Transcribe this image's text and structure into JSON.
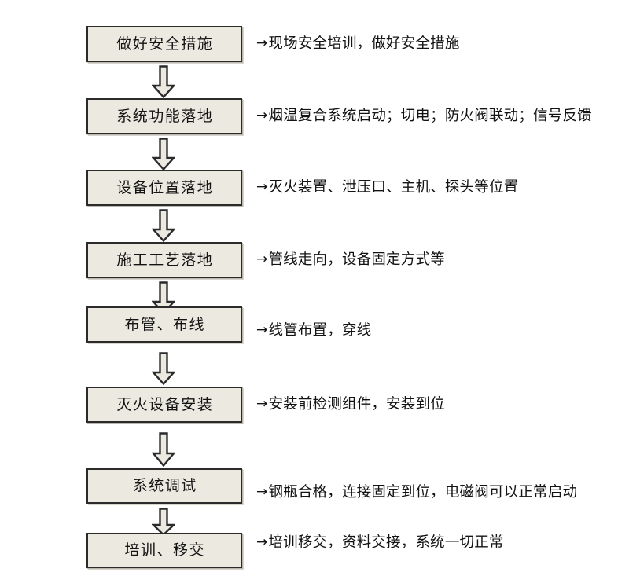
{
  "diagram": {
    "type": "vertical-flowchart",
    "title_visible": false,
    "colors": {
      "box_fill": "#ece9e0",
      "box_border": "#2b2b2b",
      "arrow_fill": "#ece9e0",
      "arrow_border": "#2b2b2b",
      "text": "#131313",
      "background": "#ffffff"
    },
    "arrow_glyph": "→",
    "steps": [
      {
        "id": "step-1",
        "label": "做好安全措施",
        "annotation": "现场安全培训，做好安全措施"
      },
      {
        "id": "step-2",
        "label": "系统功能落地",
        "annotation": "烟温复合系统启动；切电；防火阀联动；信号反馈"
      },
      {
        "id": "step-3",
        "label": "设备位置落地",
        "annotation": "灭火装置、泄压口、主机、探头等位置"
      },
      {
        "id": "step-4",
        "label": "施工工艺落地",
        "annotation": "管线走向，设备固定方式等"
      },
      {
        "id": "step-5",
        "label": "布管、布线",
        "annotation": "线管布置，穿线"
      },
      {
        "id": "step-6",
        "label": "灭火设备安装",
        "annotation": "安装前检测组件，安装到位"
      },
      {
        "id": "step-7",
        "label": "系统调试",
        "annotation": "钢瓶合格，连接固定到位，电磁阀可以正常启动"
      },
      {
        "id": "step-8",
        "label": "培训、移交",
        "annotation": "培训移交，资料交接，系统一切正常"
      }
    ],
    "connectors": [
      {
        "id": "connector-1-2",
        "from": "step-1",
        "to": "step-2"
      },
      {
        "id": "connector-2-3",
        "from": "step-2",
        "to": "step-3"
      },
      {
        "id": "connector-3-4",
        "from": "step-3",
        "to": "step-4"
      },
      {
        "id": "connector-4-5",
        "from": "step-4",
        "to": "step-5"
      },
      {
        "id": "connector-5-6",
        "from": "step-5",
        "to": "step-6"
      },
      {
        "id": "connector-6-7",
        "from": "step-6",
        "to": "step-7"
      },
      {
        "id": "connector-7-8",
        "from": "step-7",
        "to": "step-8"
      }
    ]
  }
}
